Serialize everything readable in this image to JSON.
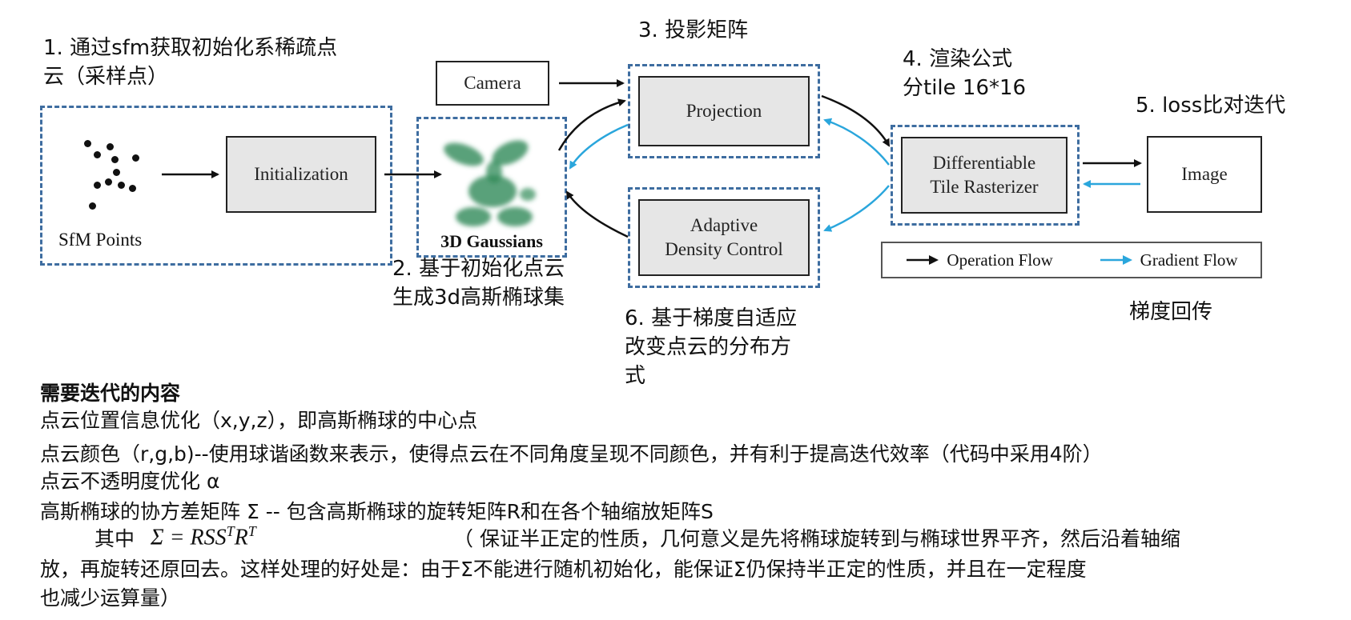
{
  "notes": {
    "step1": "1. 通过sfm获取初始化系稀疏点\n云（采样点）",
    "step2": "2. 基于初始化点云\n生成3d高斯椭球集",
    "step3": "3. 投影矩阵",
    "step4": "4. 渲染公式\n分tile 16*16",
    "step5": "5. loss比对迭代",
    "step6": "6. 基于梯度自适应\n改变点云的分布方\n式",
    "gradient_back": "梯度回传"
  },
  "diagram": {
    "sfm_label": "SfM Points",
    "initialization": "Initialization",
    "gaussians_label": "3D Gaussians",
    "camera": "Camera",
    "projection": "Projection",
    "adaptive": "Adaptive\nDensity Control",
    "rasterizer": "Differentiable\nTile Rasterizer",
    "image": "Image",
    "colors": {
      "operation": "#111111",
      "gradient": "#2aa6dc",
      "dashed_border": "#3e6da0",
      "gaussian": "#2f8a57"
    }
  },
  "legend": {
    "operation_flow": "Operation Flow",
    "gradient_flow": "Gradient Flow"
  },
  "body": {
    "heading": "需要迭代的内容",
    "line1": "点云位置信息优化（x,y,z），即高斯椭球的中心点",
    "line2": "点云颜色（r,g,b)--使用球谐函数来表示，使得点云在不同角度呈现不同颜色，并有利于提高迭代效率（代码中采用4阶）",
    "line3": "点云不透明度优化 α",
    "line4": "高斯椭球的协方差矩阵 Σ  -- 包含高斯椭球的旋转矩阵R和在各个轴缩放矩阵S",
    "line5_prefix": "其中",
    "formula": "Σ = RSS",
    "formula_sup1": "T",
    "formula_r": "R",
    "formula_sup2": "T",
    "line5_rest": "（ 保证半正定的性质，几何意义是先将椭球旋转到与椭球世界平齐，然后沿着轴缩",
    "line6": "放，再旋转还原回去。这样处理的好处是：由于Σ不能进行随机初始化，能保证Σ仍保持半正定的性质，并且在一定程度",
    "line7": "也减少运算量）"
  }
}
